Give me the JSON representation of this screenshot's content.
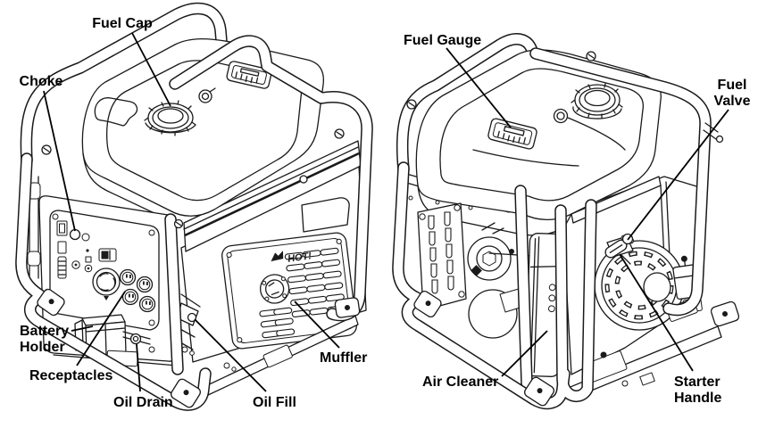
{
  "diagram": {
    "background_color": "#ffffff",
    "line_color": "#1a1a1a",
    "left_view": {
      "labels": {
        "fuel_cap": "Fuel Cap",
        "choke": "Choke",
        "battery_holder_1": "Battery",
        "battery_holder_2": "Holder",
        "receptacles": "Receptacles",
        "oil_drain": "Oil Drain",
        "oil_fill": "Oil Fill",
        "muffler": "Muffler",
        "hot_warning": "HOT!"
      }
    },
    "right_view": {
      "labels": {
        "fuel_gauge": "Fuel Gauge",
        "fuel_valve_1": "Fuel",
        "fuel_valve_2": "Valve",
        "air_cleaner": "Air Cleaner",
        "starter_handle_1": "Starter",
        "starter_handle_2": "Handle"
      }
    }
  }
}
